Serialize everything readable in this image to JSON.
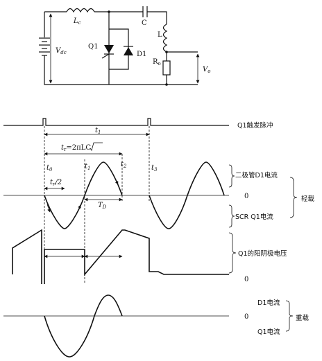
{
  "circuit": {
    "Lc": "L",
    "Lc_sub": "c",
    "C": "C",
    "L": "L",
    "Q1": "Q1",
    "D1": "D1",
    "Vdc": "V",
    "Vdc_sub": "dc",
    "Ro": "R",
    "Ro_sub": "o",
    "Vo": "V",
    "Vo_sub": "o"
  },
  "timing": {
    "trigger_label": "Q1触发脉冲",
    "t1_period": "t",
    "t1_period_sub": "1",
    "tr_formula_prefix": "t",
    "tr_formula_sub": "r",
    "tr_formula_mid": "=2π",
    "tr_formula_root": "LC",
    "t0": "t",
    "t0_sub": "0",
    "t1": "t",
    "t1_sub": "1",
    "t2": "t",
    "t2_sub": "2",
    "t3": "t",
    "t3_sub": "3",
    "tr_half_prefix": "t",
    "tr_half_sub": "r",
    "tr_half_suffix": "/2",
    "TD": "T",
    "TD_sub": "D",
    "diode_current": "二极管D1电流",
    "zero_a": "0",
    "scr_current": "SCR Q1电流",
    "light_load": "轻载",
    "anode_voltage": "Q1的阳阴极电压",
    "zero_b": "0",
    "d1_current": "D1电流",
    "zero_c": "0",
    "q1_current": "Q1电流",
    "heavy_load": "重载"
  }
}
